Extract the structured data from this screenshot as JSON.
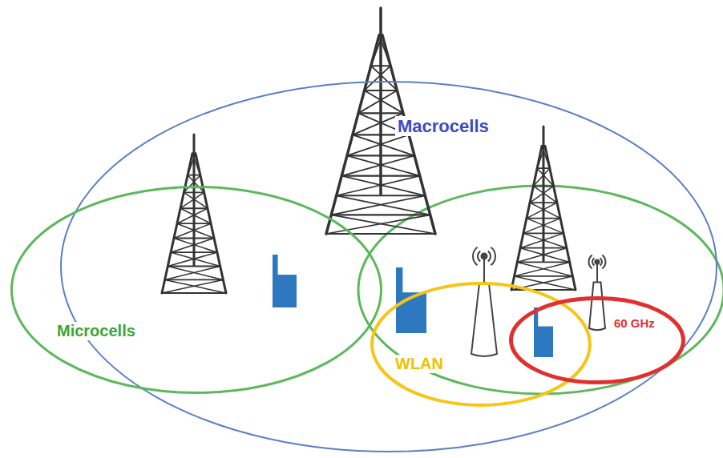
{
  "diagram": {
    "nodes": [
      {
        "text": [
          "Macrocells"
        ]
      },
      {
        "text": [
          "Microcells"
        ]
      },
      {
        "text": [
          "WLAN"
        ]
      },
      {
        "text": [
          "60 GHz"
        ]
      }
    ]
  }
}
